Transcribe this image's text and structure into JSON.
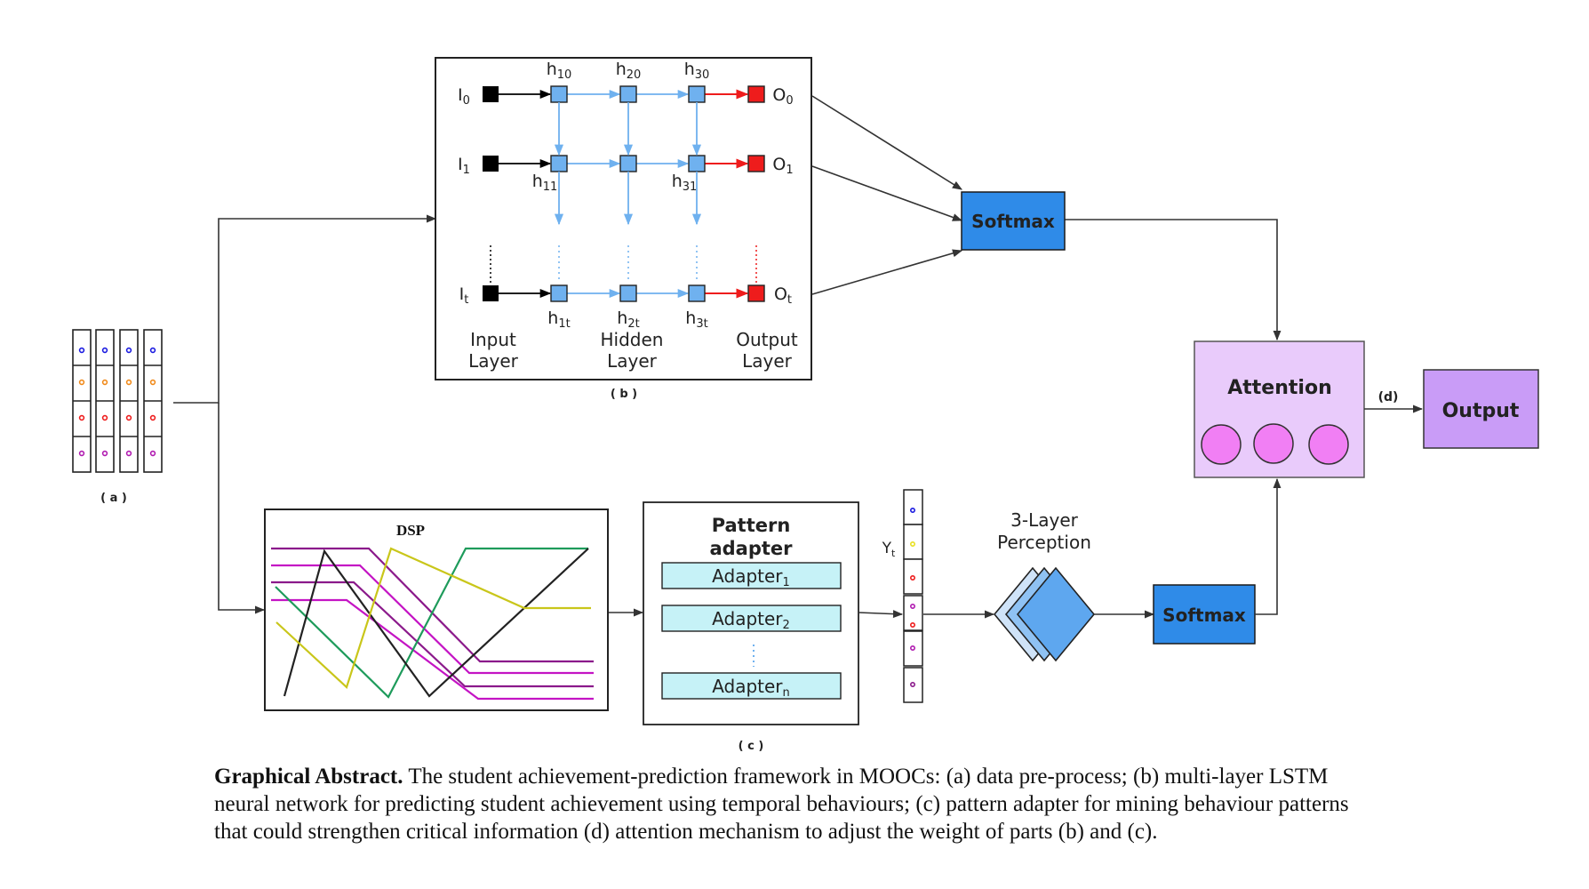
{
  "panel_labels": {
    "a": "( a )",
    "b": "( b )",
    "c": "( c )",
    "d": "(d)"
  },
  "lstm": {
    "inputs": [
      "I",
      "I",
      "I"
    ],
    "input_subs": [
      "0",
      "1",
      "t"
    ],
    "outputs": [
      "O",
      "O",
      "O"
    ],
    "output_subs": [
      "0",
      "1",
      "t"
    ],
    "hidden_top": [
      {
        "b": "h",
        "s": "10"
      },
      {
        "b": "h",
        "s": "20"
      },
      {
        "b": "h",
        "s": "30"
      }
    ],
    "hidden_mid": [
      {
        "b": "h",
        "s": "11"
      },
      {
        "b": "h",
        "s": "31"
      }
    ],
    "hidden_bot": [
      {
        "b": "h",
        "s": "1t"
      },
      {
        "b": "h",
        "s": "2t"
      },
      {
        "b": "h",
        "s": "3t"
      }
    ],
    "layer_labels": [
      {
        "l1": "Input",
        "l2": "Layer"
      },
      {
        "l1": "Hidden",
        "l2": "Layer"
      },
      {
        "l1": "Output",
        "l2": "Layer"
      }
    ]
  },
  "softmax_top": "Softmax",
  "softmax_bottom": "Softmax",
  "attention": "Attention",
  "output": "Output",
  "dsp": "DSP",
  "pattern_adapter": {
    "title1": "Pattern",
    "title2": "adapter",
    "adapters": [
      {
        "b": "Adapter",
        "s": "1"
      },
      {
        "b": "Adapter",
        "s": "2"
      },
      {
        "b": "Adapter",
        "s": "n"
      }
    ]
  },
  "yt": {
    "b": "Y",
    "s": "t"
  },
  "perception": {
    "l1": "3-Layer",
    "l2": "Perception"
  },
  "caption": {
    "title": "Graphical Abstract.",
    "text": "The student achievement-prediction framework in MOOCs: (a) data pre-process; (b) multi-layer LSTM neural network for predicting student achievement using temporal behaviours; (c) pattern adapter for mining behaviour patterns that could strengthen critical information (d) attention mechanism to adjust the weight of parts (b) and (c)."
  },
  "colors": {
    "hidden": "#6fb1ef",
    "input": "#000000",
    "output": "#ee1c1c",
    "softmax": "#2f8be8",
    "attention": "#e9cbfb",
    "attention_circle": "#f17ff4",
    "output_box": "#c99cf7",
    "adapter": "#c6f2f7",
    "diamond": "#5ea7ef"
  }
}
